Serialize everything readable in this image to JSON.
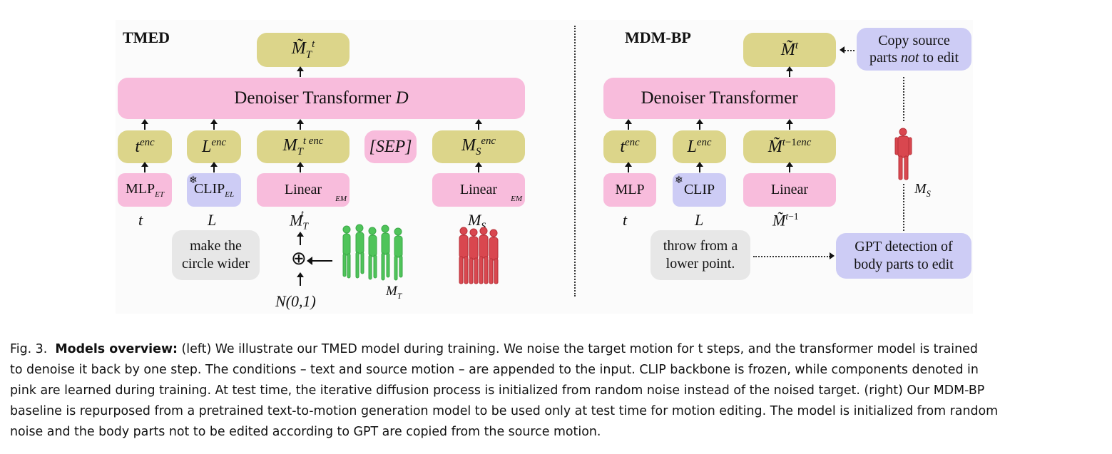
{
  "left": {
    "title": "TMED",
    "output": "M̃",
    "denoiser": "Denoiser Transformer",
    "denoiser_var": "D",
    "enc_t": "t",
    "enc_sup": "enc",
    "enc_L": "L",
    "enc_M": "M",
    "sep": "[SEP]",
    "mlp": "MLP",
    "mlp_sub": "ET",
    "clip": "CLIP",
    "clip_sub": "EL",
    "linear": "Linear",
    "linear_sub": "EM",
    "in_t": "t",
    "in_L": "L",
    "in_MT": "M",
    "in_MS": "M",
    "text_prompt": "make the circle wider",
    "noise": "N(0,1)",
    "plus": "⊕",
    "mt_label": "M",
    "t_sub": "T",
    "s_sub": "S"
  },
  "right": {
    "title": "MDM-BP",
    "output": "M̃",
    "denoiser": "Denoiser Transformer",
    "mlp": "MLP",
    "clip": "CLIP",
    "linear": "Linear",
    "in_t": "t",
    "in_L": "L",
    "in_M": "M̃",
    "copy_box": "Copy source parts not to edit",
    "copy_line1": "Copy source",
    "copy_line2a": "parts ",
    "copy_line2b": "not",
    "copy_line2c": " to edit",
    "ms_label": "M",
    "text_prompt": "throw from a lower point.",
    "gpt_line1": "GPT detection of",
    "gpt_line2": "body parts to edit"
  },
  "caption": {
    "fig": "Fig. 3.",
    "heading": "Models overview:",
    "line1": " (left) We illustrate our TMED model during training. We noise the target motion for t steps, and the transformer model is trained",
    "line2": "to denoise it back by one step. The conditions – text and source motion – are appended to the input. CLIP backbone is frozen, while components denoted in",
    "line3": "pink are learned during training. At test time, the iterative diffusion process is initialized from random noise instead of the noised target. (right) Our MDM-BP",
    "line4": "baseline is repurposed from a pretrained text-to-motion generation model to be used only at test time for motion editing. The model is initialized from random",
    "line5": "noise and the body parts not to be edited according to GPT are copied from the source motion."
  },
  "colors": {
    "yellow": "#dcd58a",
    "pink": "#f8bcdc",
    "lavender": "#cdccf5",
    "gray": "#e7e7e7",
    "green_figures": "#4fc45a",
    "red_figures": "#d9474f"
  }
}
